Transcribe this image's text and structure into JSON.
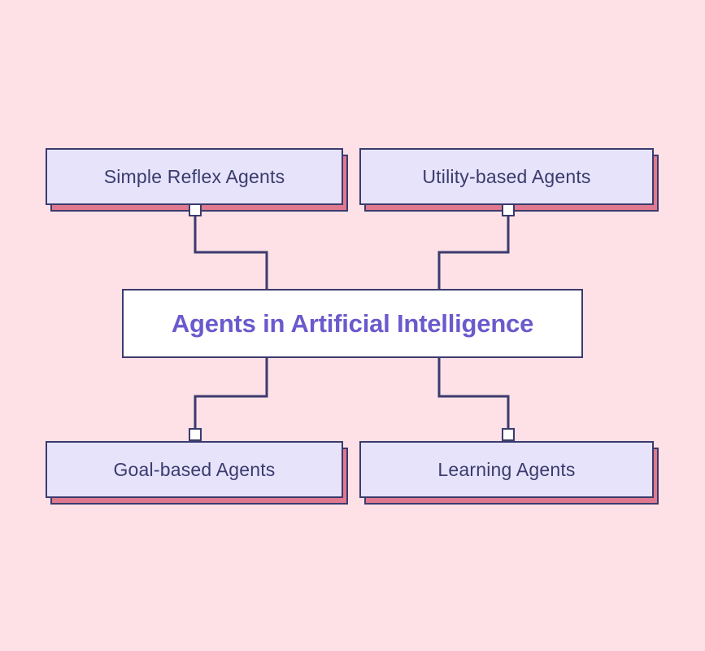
{
  "diagram": {
    "type": "hub-and-spoke",
    "title": "Agents in Artificial Intelligence",
    "center": {
      "label": "Agents in Artificial Intelligence"
    },
    "nodes": [
      {
        "id": "simple-reflex-agents",
        "label": "Simple Reflex Agents",
        "position": "top-left"
      },
      {
        "id": "utility-based-agents",
        "label": "Utility-based Agents",
        "position": "top-right"
      },
      {
        "id": "goal-based-agents",
        "label": "Goal-based Agents",
        "position": "bottom-left"
      },
      {
        "id": "learning-agents",
        "label": "Learning Agents",
        "position": "bottom-right"
      }
    ],
    "connections": [
      {
        "from": "simple-reflex-agents",
        "to": "center"
      },
      {
        "from": "utility-based-agents",
        "to": "center"
      },
      {
        "from": "center",
        "to": "goal-based-agents"
      },
      {
        "from": "center",
        "to": "learning-agents"
      }
    ],
    "colors": {
      "background": "#fde1e7",
      "node_fill": "#e6e3fb",
      "node_border": "#3b3b6d",
      "node_shadow": "#e0798f",
      "center_fill": "#ffffff",
      "node_text": "#3b3b6d",
      "center_text": "#6a5acd",
      "connector_line": "#3b3b6d",
      "handle_fill": "#ffffff"
    }
  }
}
